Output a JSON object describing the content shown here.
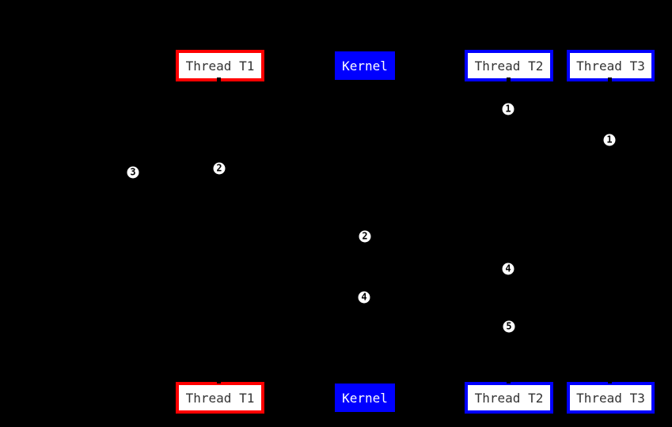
{
  "diagram": {
    "type": "sequence-diagram",
    "background": "#000000",
    "participants": [
      {
        "label": "Thread T1",
        "border_color": "#ff0000",
        "fill": "#ffffff",
        "text_color": "#333333"
      },
      {
        "label": "Kernel",
        "border_color": "#0000ff",
        "fill": "#0000ff",
        "text_color": "#ffffff"
      },
      {
        "label": "Thread T2",
        "border_color": "#0000ff",
        "fill": "#ffffff",
        "text_color": "#333333"
      },
      {
        "label": "Thread T3",
        "border_color": "#0000ff",
        "fill": "#ffffff",
        "text_color": "#333333"
      }
    ],
    "marker_style": {
      "fill": "#ffffff",
      "text_color": "#000000"
    },
    "sequence_markers": [
      {
        "label": "1"
      },
      {
        "label": "1"
      },
      {
        "label": "2"
      },
      {
        "label": "3"
      },
      {
        "label": "2"
      },
      {
        "label": "4"
      },
      {
        "label": "4"
      },
      {
        "label": "5"
      }
    ]
  }
}
